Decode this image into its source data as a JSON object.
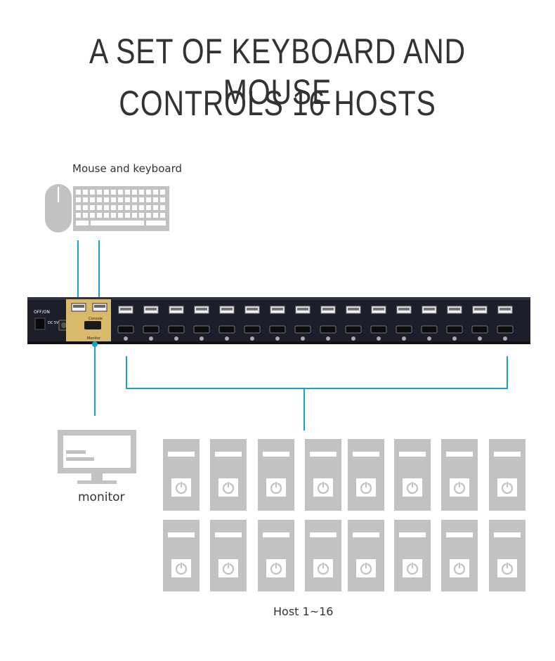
{
  "title": {
    "line1": "A SET OF KEYBOARD AND MOUSE",
    "line2": "CONTROLS 16 HOSTS"
  },
  "labels": {
    "input_devices": "Mouse and keyboard",
    "monitor": "monitor",
    "hosts": "Host 1~16"
  },
  "kvm_panel": {
    "power_label": "OFF/ON",
    "dc_label": "DC 5V",
    "console_label": "Console",
    "monitor_port_label": "Monitor",
    "port_count": 16
  },
  "host_count": 16,
  "colors": {
    "connector_line": "#1aa3c9",
    "device_gray": "#c2c2c2",
    "panel_dark": "#1c1f2a",
    "console_gold": "#d9b96a",
    "title_text": "#333333"
  },
  "icons": [
    "mouse-icon",
    "keyboard-icon",
    "monitor-icon",
    "host-pc-icon",
    "power-icon"
  ]
}
